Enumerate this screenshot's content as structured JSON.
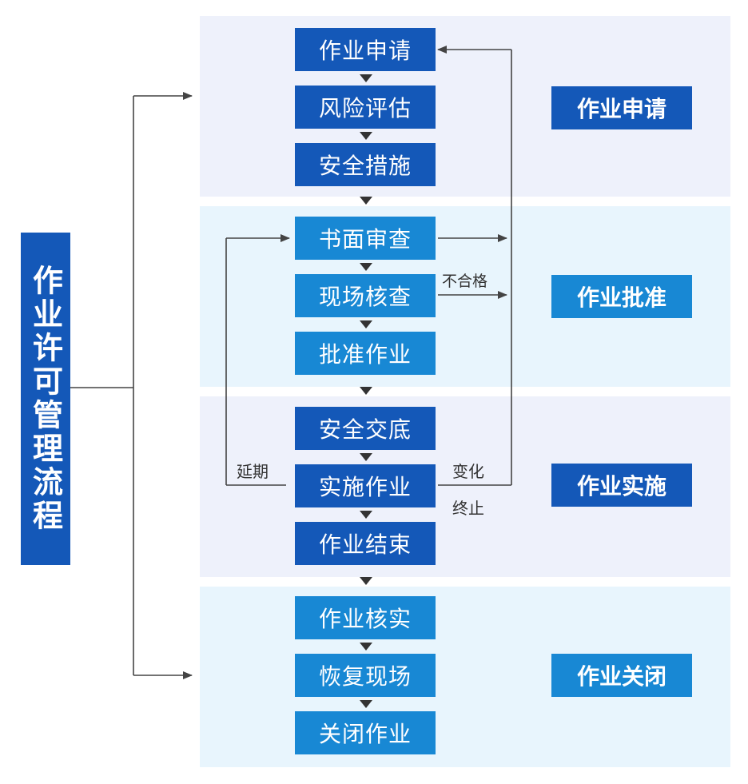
{
  "title": "作业许可管理流程",
  "stages": [
    {
      "label": "作业申请",
      "steps": [
        "作业申请",
        "风险评估",
        "安全措施"
      ]
    },
    {
      "label": "作业批准",
      "steps": [
        "书面审查",
        "现场核查",
        "批准作业"
      ]
    },
    {
      "label": "作业实施",
      "steps": [
        "安全交底",
        "实施作业",
        "作业结束"
      ]
    },
    {
      "label": "作业关闭",
      "steps": [
        "作业核实",
        "恢复现场",
        "关闭作业"
      ]
    }
  ],
  "annotations": {
    "unqualified": "不合格",
    "extend": "延期",
    "change": "变化",
    "terminate": "终止"
  },
  "colors": {
    "dark_blue": "#1458b8",
    "light_blue": "#1888d4",
    "band_a": "#eef1fb",
    "band_b": "#e8f5fd"
  }
}
